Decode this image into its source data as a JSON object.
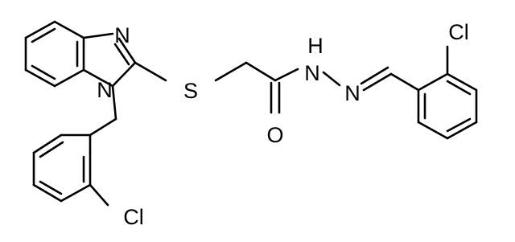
{
  "molecule": {
    "atom_labels": {
      "n_imine": "N",
      "n_benzyl": "N",
      "s": "S",
      "o": "O",
      "nh": "N",
      "h": "H",
      "n_hydrazone": "N",
      "cl_top": "Cl",
      "cl_bottom": "Cl"
    }
  }
}
